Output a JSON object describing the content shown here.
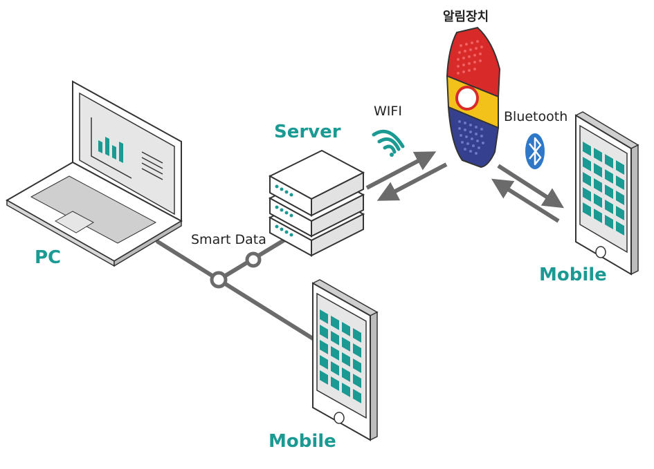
{
  "labels": {
    "pc": "PC",
    "server": "Server",
    "mobile_bottom": "Mobile",
    "mobile_right": "Mobile",
    "smart_data": "Smart Data",
    "wifi": "WIFI",
    "bluetooth": "Bluetooth",
    "alarm_device": "알림장치"
  },
  "colors": {
    "teal": "#1a9a93",
    "line": "#6b6b6b",
    "device_red": "#d92a2a",
    "device_yellow": "#f2c21a",
    "device_blue": "#35418f",
    "bluetooth_blue": "#2f78c8"
  },
  "icons": [
    "laptop-icon",
    "server-stack-icon",
    "smartphone-icon",
    "wifi-icon",
    "bluetooth-icon",
    "alarm-device-icon"
  ]
}
